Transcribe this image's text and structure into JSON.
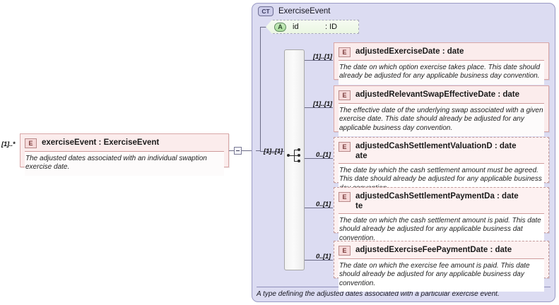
{
  "diagram": {
    "kind": "xsd-schema-diagram",
    "background": "#ffffff",
    "colors": {
      "element_fill": "#fbecec",
      "element_border": "#d9a7a7",
      "complextype_fill": "#dcdcf2",
      "complextype_border": "#9a9ac4",
      "attribute_fill": "#eaf6e2",
      "connector": "#6b6b86"
    }
  },
  "root_element": {
    "icon": "element-icon",
    "icon_label": "E",
    "title": "exerciseEvent : ExerciseEvent",
    "name": "exerciseEvent",
    "type": "ExerciseEvent",
    "cardinality": "[1]..*",
    "documentation": "The adjusted dates associated with an individual swaption exercise date.",
    "optional": false
  },
  "collapse_toggle": {
    "icon": "minus-icon",
    "state": "expanded"
  },
  "complex_type": {
    "icon": "complextype-icon",
    "icon_label": "CT",
    "title": "ExerciseEvent",
    "documentation": "A type defining the adjusted dates associated with a particular exercise event.",
    "attribute": {
      "icon": "attribute-icon",
      "icon_label": "A",
      "name": "id",
      "type": ": ID",
      "optional": true
    },
    "compositor": {
      "icon": "sequence-icon",
      "kind": "sequence",
      "cardinality": "[1]..[1]"
    },
    "children": [
      {
        "icon": "element-icon",
        "icon_label": "E",
        "title": "adjustedExerciseDate : date",
        "title_wrap": "",
        "name": "adjustedExerciseDate",
        "type": "date",
        "cardinality": "[1]..[1]",
        "optional": false,
        "documentation": "The date on which option exercise takes place. This date should already be adjusted for any applicable business day convention."
      },
      {
        "icon": "element-icon",
        "icon_label": "E",
        "title": "adjustedRelevantSwapEffectiveDate : date",
        "title_wrap": "",
        "name": "adjustedRelevantSwapEffectiveDate",
        "type": "date",
        "cardinality": "[1]..[1]",
        "optional": false,
        "documentation": "The effective date of the underlying swap associated with a given exercise date. This date should already be adjusted for any applicable business day convention."
      },
      {
        "icon": "element-icon",
        "icon_label": "E",
        "title": "adjustedCashSettlementValuationD : date",
        "title_wrap": "ate",
        "name": "adjustedCashSettlementValuationDate",
        "type": "date",
        "cardinality": "0..[1]",
        "optional": true,
        "documentation": "The date by which the cash settlement amount must be agreed. This date should already be adjusted for any applicable business day convention."
      },
      {
        "icon": "element-icon",
        "icon_label": "E",
        "title": "adjustedCashSettlementPaymentDa : date",
        "title_wrap": "te",
        "name": "adjustedCashSettlementPaymentDate",
        "type": "date",
        "cardinality": "0..[1]",
        "optional": true,
        "documentation": "The date on which the cash settlement amount is paid. This date should already be adjusted for any applicable business dat convention."
      },
      {
        "icon": "element-icon",
        "icon_label": "E",
        "title": "adjustedExerciseFeePaymentDate : date",
        "title_wrap": "",
        "name": "adjustedExerciseFeePaymentDate",
        "type": "date",
        "cardinality": "0..[1]",
        "optional": true,
        "documentation": "The date on which the exercise fee amount is paid. This date should already be adjusted for any applicable business day convention."
      }
    ]
  }
}
